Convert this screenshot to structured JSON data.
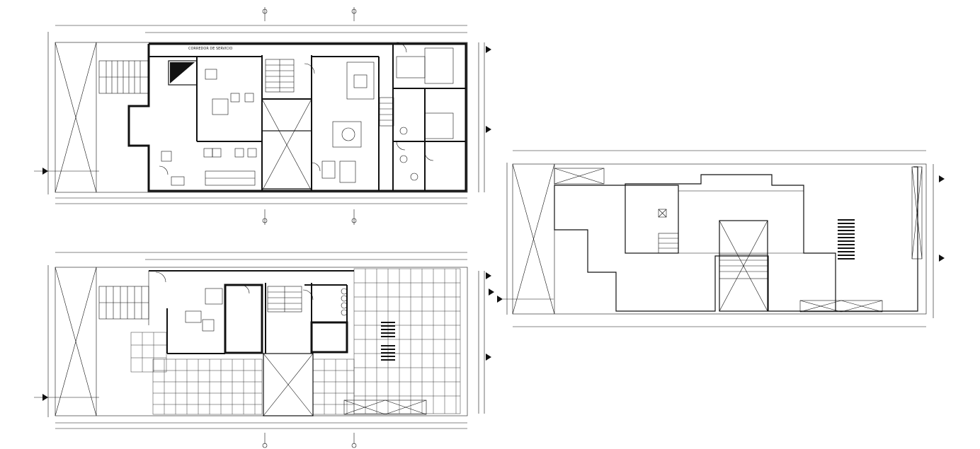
{
  "drawing": {
    "type": "architectural-floor-plans",
    "plan_count": 3,
    "plans": [
      {
        "id": "ground-floor",
        "label": "CORREDOR DE SERVICIO",
        "has_text_label": true
      },
      {
        "id": "upper-floor-terrace",
        "label": "",
        "has_text_label": false
      },
      {
        "id": "roof-plan",
        "label": "",
        "has_text_label": false
      }
    ]
  },
  "colors": {
    "line": "#111111",
    "background": "#ffffff"
  }
}
